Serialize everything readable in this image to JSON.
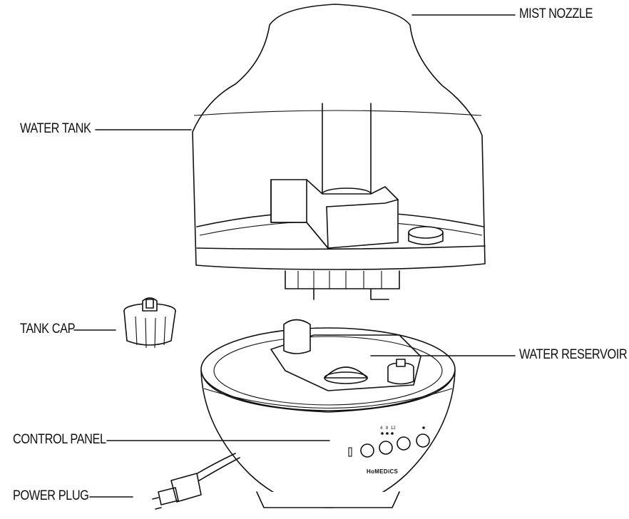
{
  "callouts": {
    "mist_nozzle": "MIST NOZZLE",
    "water_tank": "WATER TANK",
    "tank_cap": "TANK CAP",
    "water_reservoir": "WATER RESERVOIR",
    "control_panel": "CONTROL PANEL",
    "power_plug": "POWER PLUG"
  },
  "control_panel": {
    "timer_marks": [
      "4",
      "8",
      "12"
    ],
    "brand_logo": "HoMEDiCS",
    "icons": [
      "power-icon",
      "timer-icon",
      "light-icon",
      "mist-level-icon"
    ]
  }
}
